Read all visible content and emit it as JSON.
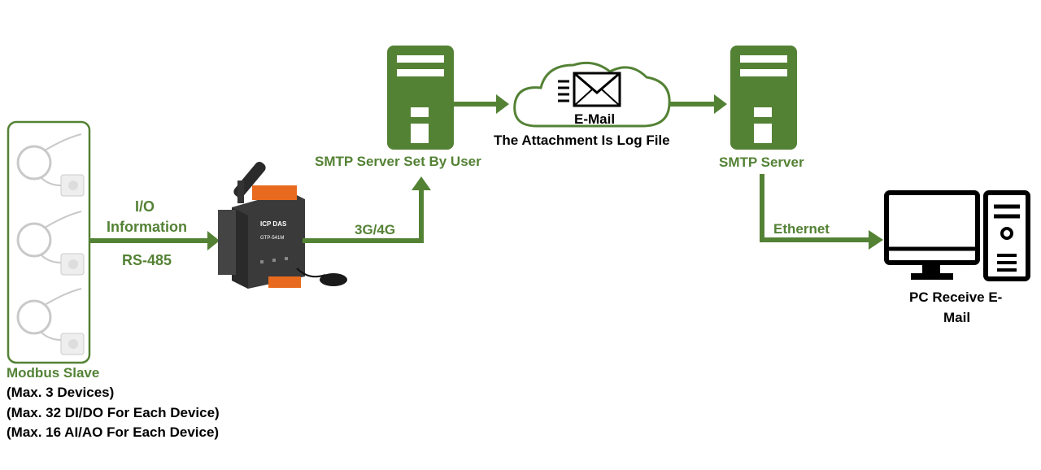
{
  "colors": {
    "accent": "#548235",
    "text": "#000000",
    "cloud_stroke": "#548235"
  },
  "io_label": "I/O",
  "information_label": "Information",
  "rs485_label": "RS-485",
  "link_3g4g_label": "3G/4G",
  "smtp_user_label": "SMTP Server Set By User",
  "email_label": "E-Mail",
  "attachment_label": "The Attachment  Is Log File",
  "smtp_server_label": "SMTP  Server",
  "ethernet_label": "Ethernet",
  "pc_label_line1": "PC Receive E-",
  "pc_label_line2": "Mail",
  "modbus_title": "Modbus  Slave",
  "modbus_line1": "(Max. 3 Devices)",
  "modbus_line2": "(Max. 32 DI/DO For Each Device)",
  "modbus_line3": "(Max. 16 AI/AO For Each Device)",
  "device_brand": "ICP DAS",
  "device_model": "GTP-541M",
  "icons": [
    "humidity-sensor-icon",
    "gateway-device-icon",
    "server-icon",
    "cloud-icon",
    "envelope-icon",
    "pc-monitor-icon",
    "pc-tower-icon"
  ]
}
